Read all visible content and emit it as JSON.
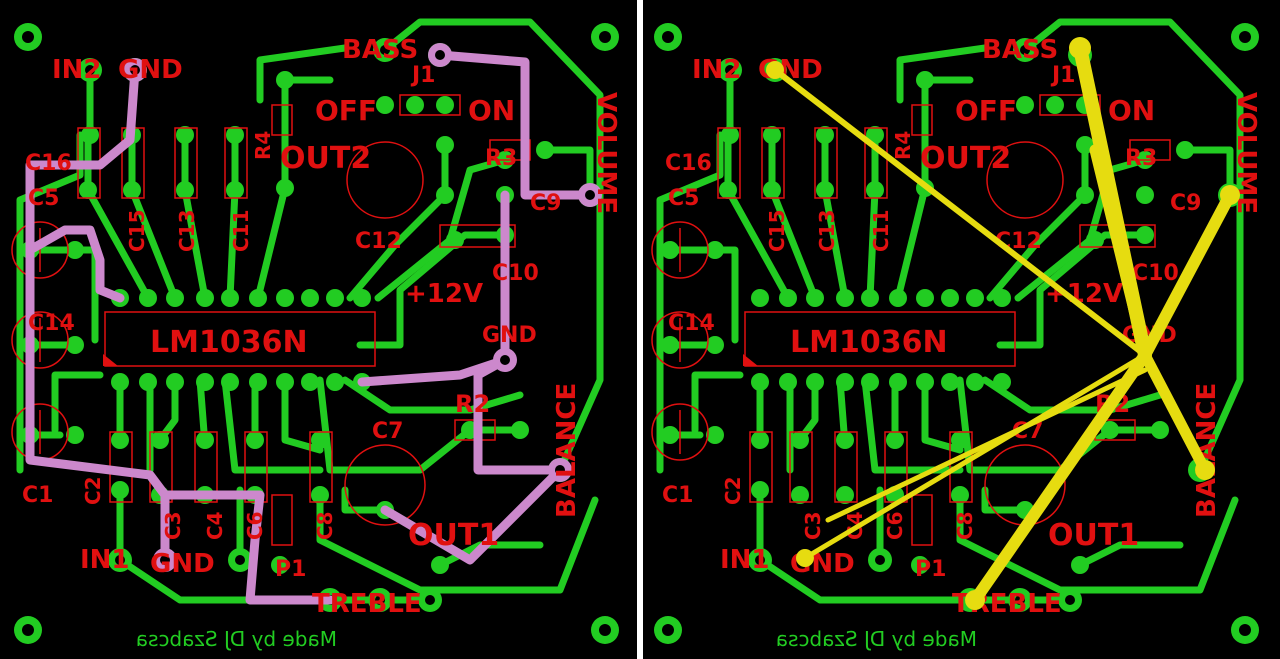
{
  "colors": {
    "board_bg": "#000000",
    "gap": "#ffffff",
    "trace": "#22cc22",
    "silk": "#e01010",
    "jumper": "#cc88cc",
    "ratsnest": "#e6dc10",
    "hole": "#000000",
    "credit": "#22cc22"
  },
  "labels": {
    "in2": "IN2",
    "gnd": "GND",
    "in1": "IN1",
    "bass": "BASS",
    "j1": "J1",
    "off": "OFF",
    "on": "ON",
    "out2": "OUT2",
    "out1": "OUT1",
    "volume": "VOLUME",
    "balance": "BALANCE",
    "treble": "TREBLE",
    "ic": "LM1036N",
    "v12": "+12V",
    "c1": "C1",
    "c2": "C2",
    "c3": "C3",
    "c4": "C4",
    "c5": "C5",
    "c6": "C6",
    "c7": "C7",
    "c8": "C8",
    "c9": "C9",
    "c10": "C10",
    "c11": "C11",
    "c12": "C12",
    "c13": "C13",
    "c14": "C14",
    "c15": "C15",
    "c16": "C16",
    "r2": "R2",
    "r3": "R3",
    "r4": "R4",
    "p1": "P1",
    "credit": "Made by DJ Szabcsa"
  },
  "panels": [
    {
      "name": "jumper-view",
      "overlay": "jumpers"
    },
    {
      "name": "ratsnest-view",
      "overlay": "ratsnest"
    }
  ]
}
